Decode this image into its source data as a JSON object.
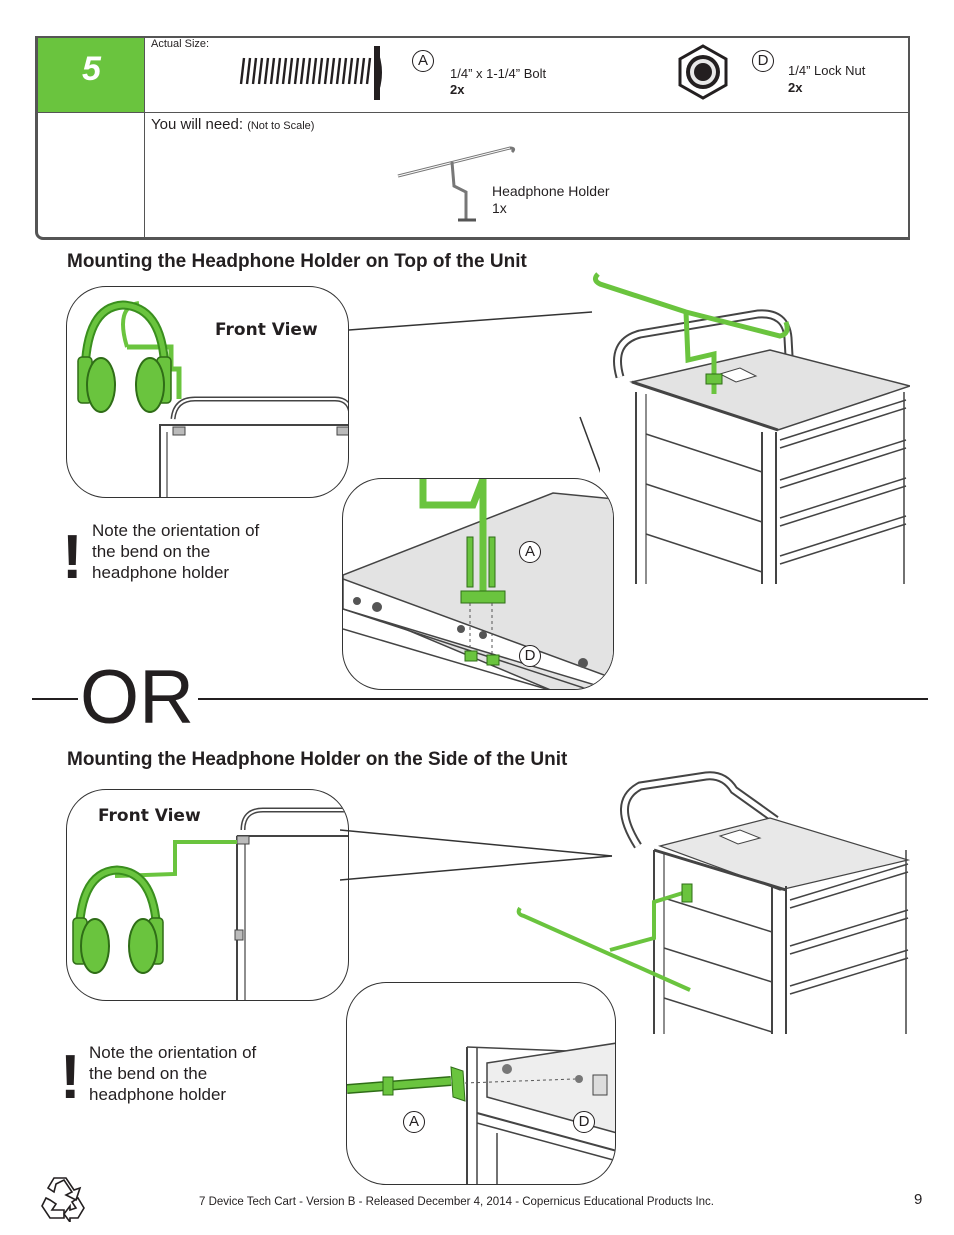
{
  "step": {
    "number": "5",
    "actual_size_label": "Actual Size:",
    "you_will_need": "You will need:",
    "not_to_scale": "(Not to Scale)",
    "parts": [
      {
        "letter": "A",
        "name": "1/4” x 1-1/4” Bolt",
        "qty": "2x"
      },
      {
        "letter": "D",
        "name": "1/4” Lock Nut",
        "qty": "2x"
      }
    ],
    "holder": {
      "name": "Headphone Holder",
      "qty": "1x"
    }
  },
  "section_top": {
    "title": "Mounting the Headphone Holder on Top of the Unit",
    "front_view": "Front View",
    "note": [
      "Note the orientation of",
      "the bend on the",
      "headphone holder"
    ],
    "exclaim": "!",
    "label_a": "A",
    "label_d": "D"
  },
  "or_text": "OR",
  "section_side": {
    "title": "Mounting the Headphone Holder on the Side of the Unit",
    "front_view": "Front View",
    "note": [
      "Note the orientation of",
      "the bend on the",
      "headphone holder"
    ],
    "exclaim": "!",
    "label_a": "A",
    "label_d": "D"
  },
  "footer": {
    "text": "7 Device Tech Cart - Version B - Released December 4, 2014 - Copernicus Educational Products Inc.",
    "page": "9",
    "icon": "recycle-icon"
  },
  "colors": {
    "accent_green": "#6ac43e",
    "frame_gray": "#555555",
    "shelf_gray": "#e3e3e3"
  }
}
